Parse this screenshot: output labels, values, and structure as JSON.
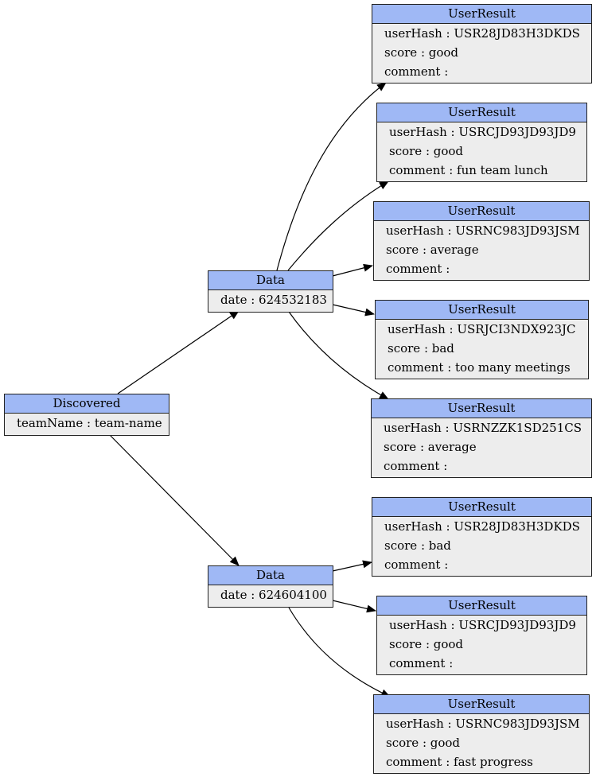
{
  "edge_color": "#000000",
  "header_color": "#9fb8f5",
  "body_color": "#ededed",
  "root": {
    "title": "Discovered",
    "teamName": "teamName : team-name"
  },
  "data": [
    {
      "title": "Data",
      "date": "date : 624532183",
      "results": [
        {
          "title": "UserResult",
          "userHash": "userHash : USR28JD83H3DKDS",
          "score": "score : good",
          "comment": "comment :"
        },
        {
          "title": "UserResult",
          "userHash": "userHash : USRCJD93JD93JD9",
          "score": "score : good",
          "comment": "comment : fun team lunch"
        },
        {
          "title": "UserResult",
          "userHash": "userHash : USRNC983JD93JSM",
          "score": "score : average",
          "comment": "comment :"
        },
        {
          "title": "UserResult",
          "userHash": "userHash : USRJCI3NDX923JC",
          "score": "score : bad",
          "comment": "comment : too many meetings"
        },
        {
          "title": "UserResult",
          "userHash": "userHash : USRNZZK1SD251CS",
          "score": "score : average",
          "comment": "comment :"
        }
      ]
    },
    {
      "title": "Data",
      "date": "date : 624604100",
      "results": [
        {
          "title": "UserResult",
          "userHash": "userHash : USR28JD83H3DKDS",
          "score": "score : bad",
          "comment": "comment :"
        },
        {
          "title": "UserResult",
          "userHash": "userHash : USRCJD93JD93JD9",
          "score": "score : good",
          "comment": "comment :"
        },
        {
          "title": "UserResult",
          "userHash": "userHash : USRNC983JD93JSM",
          "score": "score : good",
          "comment": "comment : fast progress"
        }
      ]
    }
  ]
}
